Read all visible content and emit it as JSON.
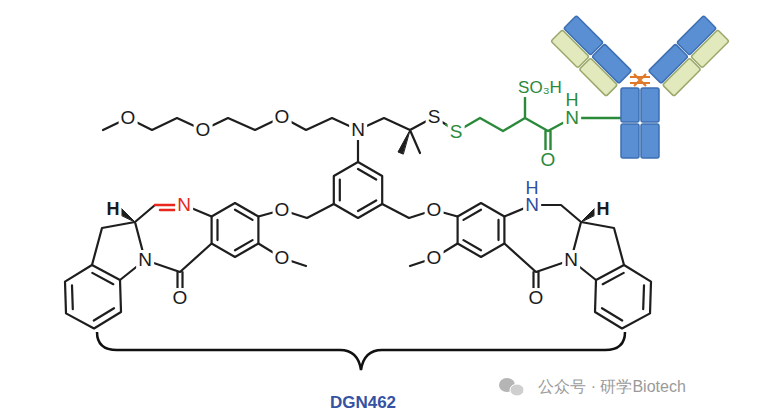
{
  "diagram": {
    "labels": [
      "SO₃H",
      "H",
      "O",
      "O",
      "S",
      "N",
      "O",
      "N",
      "S",
      "O",
      "H",
      "N",
      "N",
      "H",
      "O",
      "O",
      "H",
      "O",
      "O",
      "N",
      "N",
      "O",
      "O",
      "公众号 · 研学Biotech",
      "DGN462"
    ]
  }
}
